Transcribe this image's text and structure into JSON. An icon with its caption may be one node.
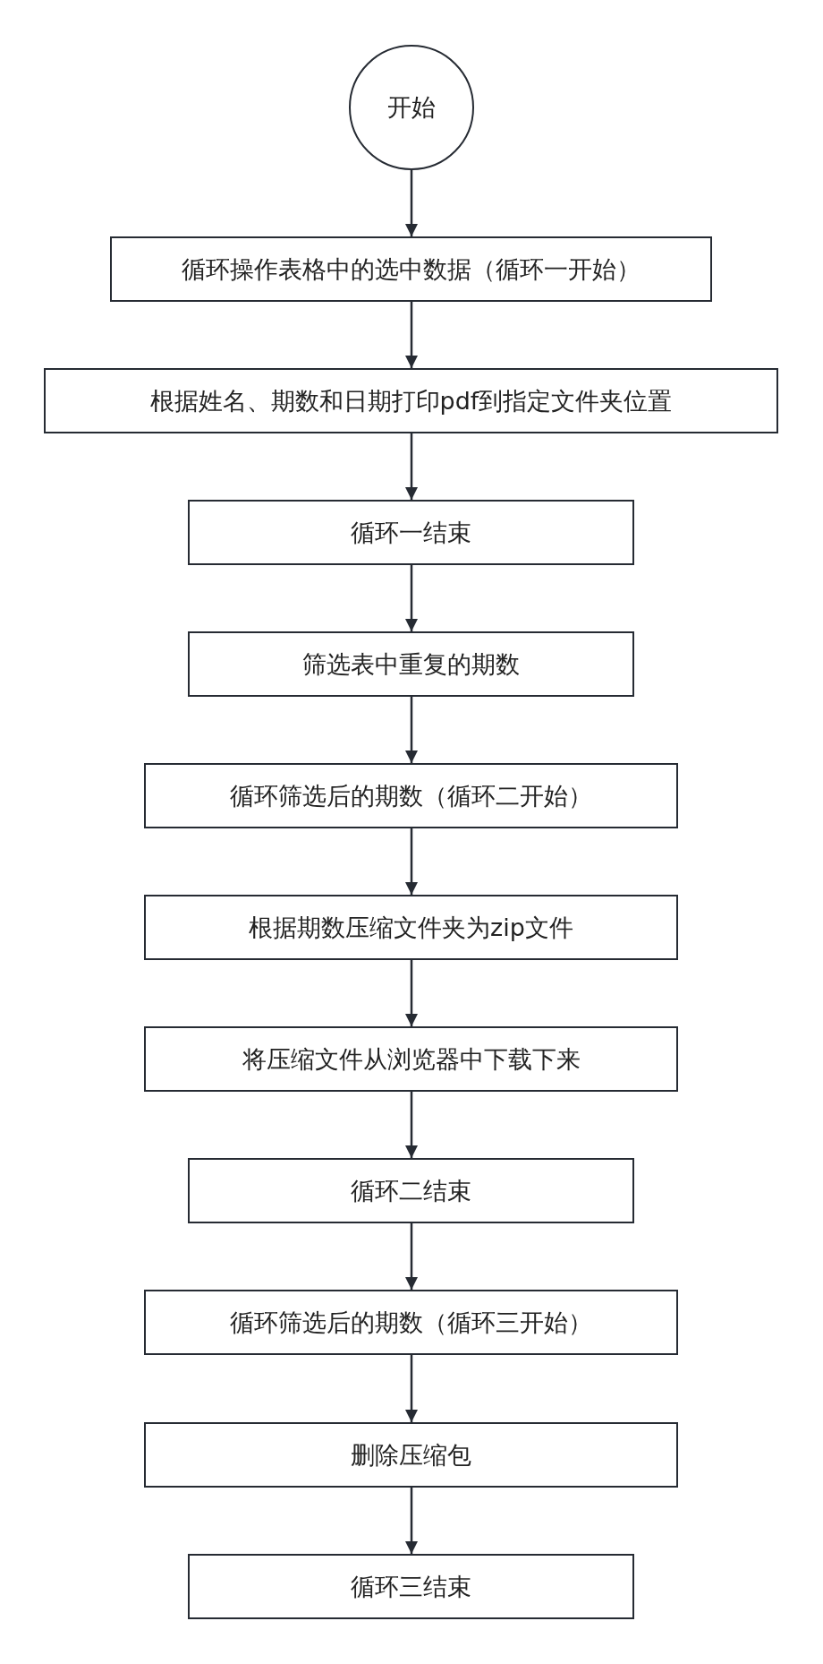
{
  "diagram": {
    "nodes": [
      {
        "text": [
          "开始"
        ]
      },
      {
        "text": [
          "循环操作表格中的选中数据（循环一开始）"
        ]
      },
      {
        "text": [
          "根据姓名、期数和日期打印pdf到指定文件夹位置"
        ]
      },
      {
        "text": [
          "循环一结束"
        ]
      },
      {
        "text": [
          "筛选表中重复的期数"
        ]
      },
      {
        "text": [
          "循环筛选后的期数（循环二开始）"
        ]
      },
      {
        "text": [
          "根据期数压缩文件夹为zip文件"
        ]
      },
      {
        "text": [
          "将压缩文件从浏览器中下载下来"
        ]
      },
      {
        "text": [
          "循环二结束"
        ]
      },
      {
        "text": [
          "循环筛选后的期数（循环三开始）"
        ]
      },
      {
        "text": [
          "删除压缩包"
        ]
      },
      {
        "text": [
          "循环三结束"
        ]
      }
    ],
    "edges": [
      {
        "from": 0,
        "to": 1,
        "arrow": "to"
      },
      {
        "from": 1,
        "to": 2,
        "arrow": "to"
      },
      {
        "from": 2,
        "to": 3,
        "arrow": "to"
      },
      {
        "from": 3,
        "to": 4,
        "arrow": "to"
      },
      {
        "from": 4,
        "to": 5,
        "arrow": "to"
      },
      {
        "from": 5,
        "to": 6,
        "arrow": "to"
      },
      {
        "from": 6,
        "to": 7,
        "arrow": "to"
      },
      {
        "from": 7,
        "to": 8,
        "arrow": "to"
      },
      {
        "from": 8,
        "to": 9,
        "arrow": "to"
      },
      {
        "from": 9,
        "to": 10,
        "arrow": "to"
      },
      {
        "from": 10,
        "to": 11,
        "arrow": "to"
      }
    ]
  }
}
